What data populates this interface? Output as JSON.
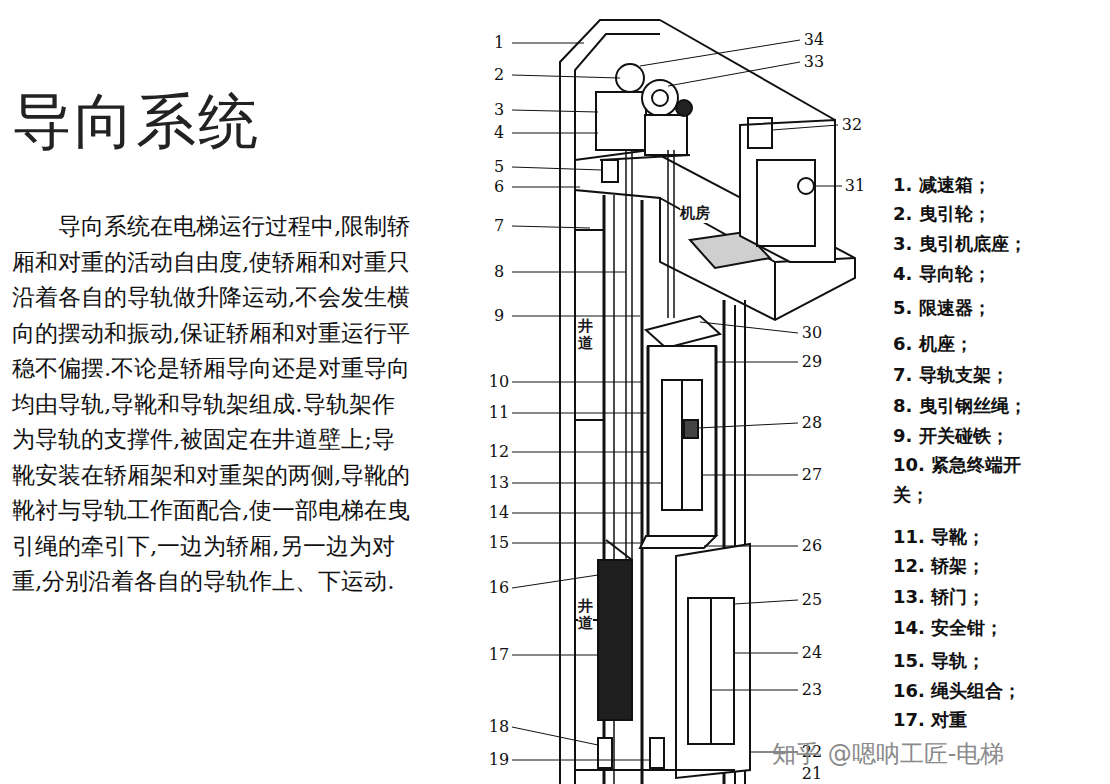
{
  "diagram": {
    "title": "导向系统",
    "labels": [
      "导向系统在电梯运行过程中,限制轿厢和对重的活动自由度,使轿厢和对重只沿着各自的导轨做升降运动,不会发生横向的摆动和振动,保证轿厢和对重运行平稳不偏摆.不论是轿厢导向还是对重导向均由导轨,导靴和导轨架组成.导轨架作为导轨的支撑件,被固定在井道壁上;导靴安装在轿厢架和对重架的两侧,导靴的靴衬与导轨工作面配合,使一部电梯在曳引绳的牵引下,一边为轿厢,另一边为对重,分别沿着各自的导轨作上、下运动.",
      "1",
      "2",
      "3",
      "4",
      "5",
      "6",
      "7",
      "8",
      "9",
      "10",
      "11",
      "12",
      "13",
      "14",
      "15",
      "16",
      "17",
      "18",
      "19",
      "21",
      "22",
      "23",
      "24",
      "25",
      "26",
      "27",
      "28",
      "29",
      "30",
      "31",
      "32",
      "33",
      "34",
      "井道",
      "井道",
      "机房",
      "1. 减速箱；",
      "2. 曳引轮；",
      "3. 曳引机底座；",
      "4. 导向轮；",
      "5. 限速器；",
      "6. 机座；",
      "7. 导轨支架；",
      "8. 曳引钢丝绳；",
      "9. 开关碰铁；",
      "10. 紧急终端开关；",
      "11. 导靴；",
      "12. 轿架；",
      "13. 轿门；",
      "14. 安全钳；",
      "15. 导轨；",
      "16. 绳头组合；",
      "17. 对重",
      "知乎 @嗯呐工匠-电梯"
    ]
  }
}
